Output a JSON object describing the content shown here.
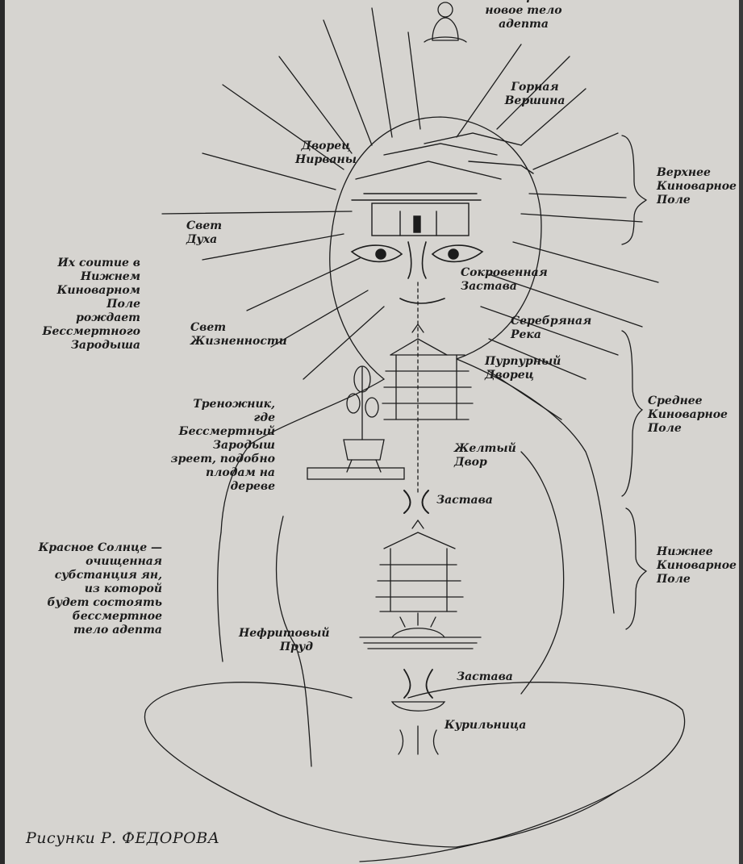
{
  "labels": {
    "new_body": "Бессмертное\nновое тело\nадепта",
    "mountain_peak": "Горная\nВершина",
    "nirvana_palace": "Дворец\nНирваны",
    "upper_field": "Верхнее\nКиноварное\nПоле",
    "spirit_light": "Свет\nДуха",
    "union": "Их соитие в\nНижнем\nКиноварном\nПоле\nрождает\nБессмертного\nЗародыша",
    "hidden_gate": "Сокровенная\nЗастава",
    "silver_river": "Серебряная\nРека",
    "vitality_light": "Свет\nЖизненности",
    "purple_palace": "Пурпурный\nДворец",
    "tripod": "Треножник, где\nБессмертный\nЗародыш\nзреет, подобно\nплодам на\nдереве",
    "middle_field": "Среднее\nКиноварное\nПоле",
    "yellow_court": "Желтый\nДвор",
    "gate_1": "Застава",
    "red_sun": "Красное Солнце —\nочищенная\nсубстанция ян,\nиз которой\nбудет состоять\nбессмертное\nтело адепта",
    "lower_field": "Нижнее\nКиноварное\nПоле",
    "jade_pond": "Нефритовый\nПруд",
    "gate_2": "Застава",
    "censer": "Курильница"
  },
  "credit": "Рисунки Р. ФЕДОРОВА",
  "colors": {
    "ink": "#1c1c1c",
    "paper": "#d6d4d0"
  }
}
